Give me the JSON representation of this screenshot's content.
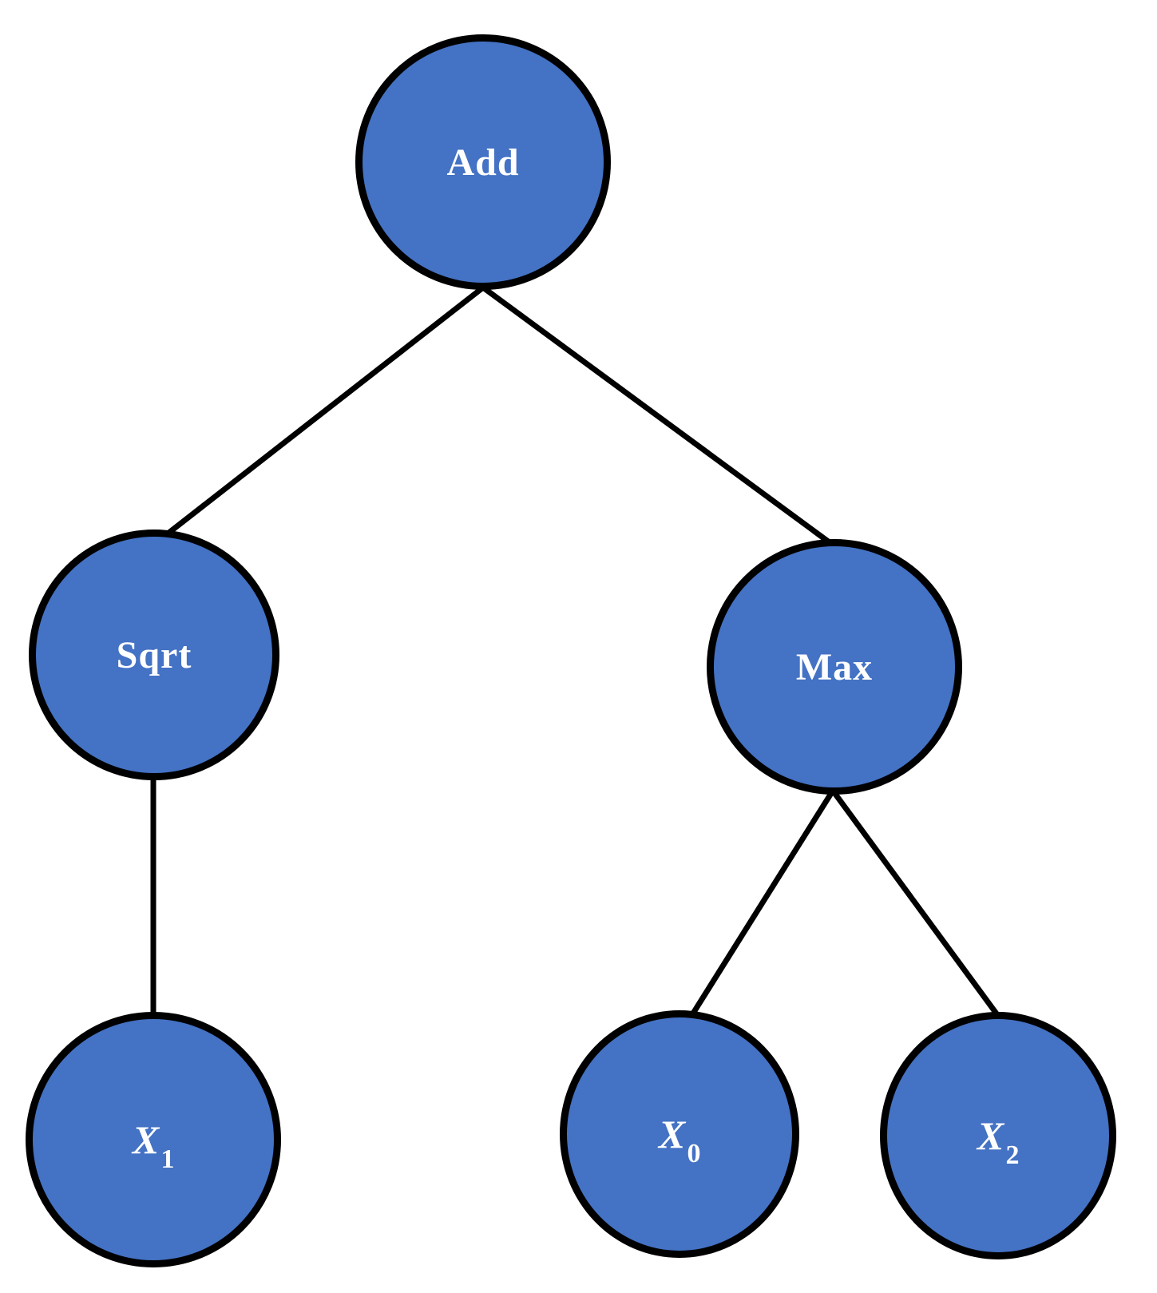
{
  "diagram": {
    "title": "expression-tree",
    "colors": {
      "background": "#ffffff",
      "node_fill": "#4472C4",
      "node_border": "#000000",
      "edge_color": "#000000",
      "text_color": "#ffffff"
    },
    "nodes": [
      {
        "id": "add",
        "label": "Add",
        "sub": "",
        "type": "operator"
      },
      {
        "id": "sqrt",
        "label": "Sqrt",
        "sub": "",
        "type": "operator"
      },
      {
        "id": "max",
        "label": "Max",
        "sub": "",
        "type": "operator"
      },
      {
        "id": "x1",
        "label": "X",
        "sub": "1",
        "type": "variable"
      },
      {
        "id": "x0",
        "label": "X",
        "sub": "0",
        "type": "variable"
      },
      {
        "id": "x2",
        "label": "X",
        "sub": "2",
        "type": "variable"
      }
    ],
    "edges": [
      {
        "from": "add",
        "to": "sqrt"
      },
      {
        "from": "add",
        "to": "max"
      },
      {
        "from": "sqrt",
        "to": "x1"
      },
      {
        "from": "max",
        "to": "x0"
      },
      {
        "from": "max",
        "to": "x2"
      }
    ]
  }
}
